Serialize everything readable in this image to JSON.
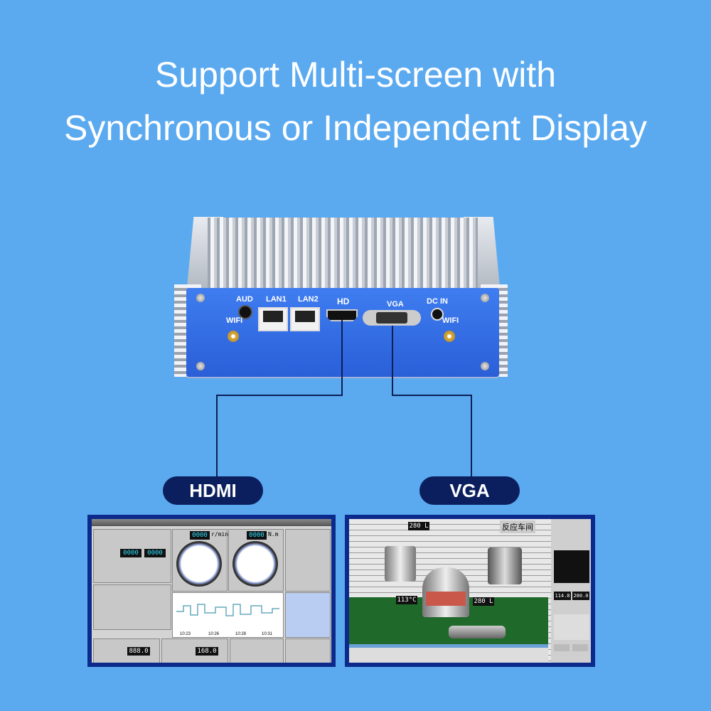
{
  "headline": {
    "line1": "Support Multi-screen with",
    "line2": "Synchronous or Independent Display"
  },
  "device": {
    "ports": {
      "aud": "AUD",
      "lan1": "LAN1",
      "lan2": "LAN2",
      "hd": "HD",
      "vga": "VGA",
      "dcin": "DC IN",
      "wifi_left": "WIFI",
      "wifi_right": "WIFI"
    }
  },
  "outputs": {
    "hdmi_label": "HDMI",
    "vga_label": "VGA"
  },
  "screen_left": {
    "rpm_unit": "r/min",
    "torque_unit": "N.m",
    "rpm_value": "0000",
    "torque_value": "0000",
    "setpoint1": "888.0",
    "setpoint2": "168.0",
    "chart_ticks_x": [
      "10:23",
      "10:26",
      "10:28",
      "10:31"
    ]
  },
  "screen_right": {
    "room_sign": "反应车间",
    "tank1": "280 L",
    "tank2": "280 L",
    "temp": "113°C",
    "value1": "114.8",
    "value2": "280.0"
  },
  "colors": {
    "background": "#5baaf0",
    "pill": "#0b1f5e",
    "panel": "#3a78ec"
  }
}
